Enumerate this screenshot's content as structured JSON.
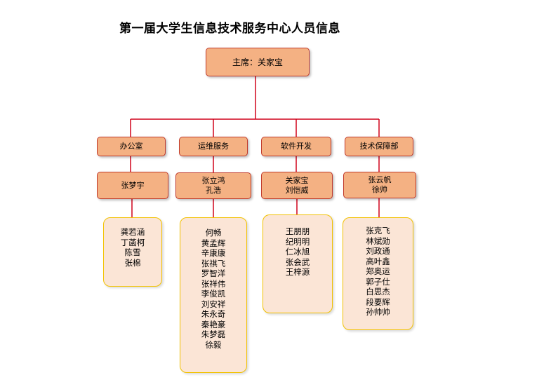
{
  "title": "第一届大学生信息技术服务中心人员信息",
  "chairman": "主席：关家宝",
  "departments": [
    {
      "name": "办公室",
      "leaders": [
        "张梦宇"
      ],
      "members": [
        "龚若涵",
        "丁菡柯",
        "陈雪",
        "张棉"
      ]
    },
    {
      "name": "运维服务",
      "leaders": [
        "张立鸿",
        "孔浩"
      ],
      "members": [
        "何畅",
        "黄孟辉",
        "辛康康",
        "张祺飞",
        "罗智洋",
        "张祥伟",
        "李俊凯",
        "刘安祥",
        "朱永奇",
        "秦艳豪",
        "朱梦磊",
        "徐毅"
      ]
    },
    {
      "name": "软件开发",
      "leaders": [
        "关家宝",
        "刘恺威"
      ],
      "members": [
        "王朋朋",
        "纪明明",
        "仁冰旭",
        "张会武",
        "王梓源"
      ]
    },
    {
      "name": "技术保障部",
      "leaders": [
        "张云帆",
        "徐帅"
      ],
      "members": [
        "张克飞",
        "林斌勋",
        "刘政通",
        "高叶鑫",
        "郑奥运",
        "郭子仕",
        "白思杰",
        "段要辉",
        "孙帅帅"
      ]
    }
  ],
  "colors": {
    "node_fill": "#f4b183",
    "node_border": "#c0392b",
    "member_fill": "#fbe5d6",
    "member_border": "#f2c200",
    "connector": "#d0021b"
  }
}
